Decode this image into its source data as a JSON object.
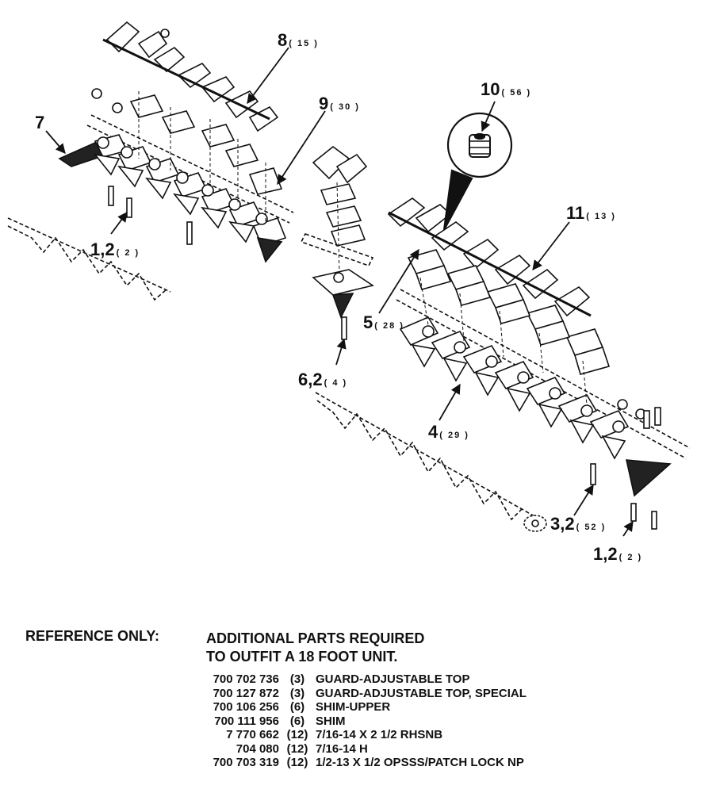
{
  "callouts": [
    {
      "id": "c8",
      "num": "8",
      "qty": "( 15 )"
    },
    {
      "id": "c9",
      "num": "9",
      "qty": "( 30 )"
    },
    {
      "id": "c10",
      "num": "10",
      "qty": "( 56 )"
    },
    {
      "id": "c7",
      "num": "7",
      "qty": ""
    },
    {
      "id": "c11",
      "num": "11",
      "qty": "( 13 )"
    },
    {
      "id": "c12a",
      "num": "1,2",
      "qty": "( 2 )"
    },
    {
      "id": "c5",
      "num": "5",
      "qty": "( 28 )"
    },
    {
      "id": "c62",
      "num": "6,2",
      "qty": "( 4 )"
    },
    {
      "id": "c4",
      "num": "4",
      "qty": "( 29 )"
    },
    {
      "id": "c32",
      "num": "3,2",
      "qty": "( 52 )"
    },
    {
      "id": "c12b",
      "num": "1,2",
      "qty": "( 2 )"
    }
  ],
  "reference": {
    "label": "REFERENCE ONLY:",
    "heading_line1": "ADDITIONAL PARTS REQUIRED",
    "heading_line2": "TO OUTFIT A 18 FOOT UNIT.",
    "parts": [
      {
        "part_no": "700 702 736",
        "qty": "(3)",
        "desc": "GUARD-ADJUSTABLE TOP"
      },
      {
        "part_no": "700 127 872",
        "qty": "(3)",
        "desc": "GUARD-ADJUSTABLE TOP, SPECIAL"
      },
      {
        "part_no": "700 106 256",
        "qty": "(6)",
        "desc": "SHIM-UPPER"
      },
      {
        "part_no": "700 111 956",
        "qty": "(6)",
        "desc": "SHIM"
      },
      {
        "part_no": "7 770 662",
        "qty": "(12)",
        "desc": "7/16-14 X 2 1/2 RHSNB"
      },
      {
        "part_no": "704 080",
        "qty": "(12)",
        "desc": "7/16-14 H"
      },
      {
        "part_no": "700 703 319",
        "qty": "(12)",
        "desc": "1/2-13 X 1/2 OPSSS/PATCH LOCK NP"
      }
    ]
  }
}
